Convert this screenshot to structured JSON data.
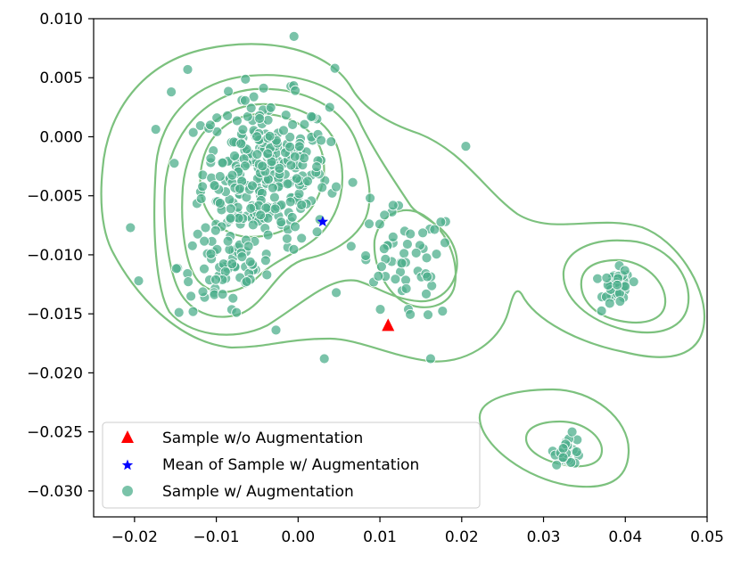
{
  "chart_data": {
    "type": "scatter",
    "title": "",
    "xlabel": "",
    "ylabel": "",
    "xlim": [
      -0.025,
      0.05
    ],
    "ylim": [
      -0.0322,
      0.01
    ],
    "xticks": [
      -0.02,
      -0.01,
      0.0,
      0.01,
      0.02,
      0.03,
      0.04,
      0.05
    ],
    "xtick_labels": [
      "−0.02",
      "−0.01",
      "0.00",
      "0.01",
      "0.02",
      "0.03",
      "0.04",
      "0.05"
    ],
    "yticks": [
      0.01,
      0.005,
      0.0,
      -0.005,
      -0.01,
      -0.015,
      -0.02,
      -0.025,
      -0.03
    ],
    "ytick_labels": [
      "0.010",
      "0.005",
      "0.000",
      "−0.005",
      "−0.010",
      "−0.015",
      "−0.020",
      "−0.025",
      "−0.030"
    ],
    "grid": false,
    "legend_position": "lower-left",
    "colors": {
      "sample_without_aug": "#ff0000",
      "mean_with_aug": "#0000ff",
      "sample_with_aug": "#4daf8c",
      "contour": "#7cc17e"
    },
    "series": [
      {
        "name": "Sample w/o Augmentation",
        "marker": "triangle",
        "points": [
          [
            0.011,
            -0.016
          ]
        ]
      },
      {
        "name": "Mean of Sample w/ Augmentation",
        "marker": "star",
        "points": [
          [
            0.003,
            -0.0072
          ]
        ]
      },
      {
        "name": "Sample w/ Augmentation",
        "marker": "circle",
        "points": []
      }
    ],
    "clusters": [
      {
        "center": [
          -0.004,
          -0.003
        ],
        "spread": [
          0.0055,
          0.0045
        ],
        "count": 300
      },
      {
        "center": [
          -0.009,
          -0.011
        ],
        "spread": [
          0.004,
          0.003
        ],
        "count": 70
      },
      {
        "center": [
          0.013,
          -0.011
        ],
        "spread": [
          0.0045,
          0.0035
        ],
        "count": 55
      },
      {
        "center": [
          0.039,
          -0.0128
        ],
        "spread": [
          0.0012,
          0.0011
        ],
        "count": 45
      },
      {
        "center": [
          0.033,
          -0.0265
        ],
        "spread": [
          0.0012,
          0.0009
        ],
        "count": 28
      }
    ],
    "outliers": [
      [
        -0.0005,
        0.0085
      ],
      [
        -0.0205,
        -0.0077
      ],
      [
        -0.0195,
        -0.0122
      ],
      [
        0.0205,
        -0.0008
      ],
      [
        0.0032,
        -0.0188
      ],
      [
        0.0162,
        -0.0188
      ],
      [
        -0.0135,
        0.0057
      ],
      [
        -0.0155,
        0.0038
      ],
      [
        0.0045,
        0.0058
      ],
      [
        0.0088,
        -0.0052
      ]
    ]
  }
}
